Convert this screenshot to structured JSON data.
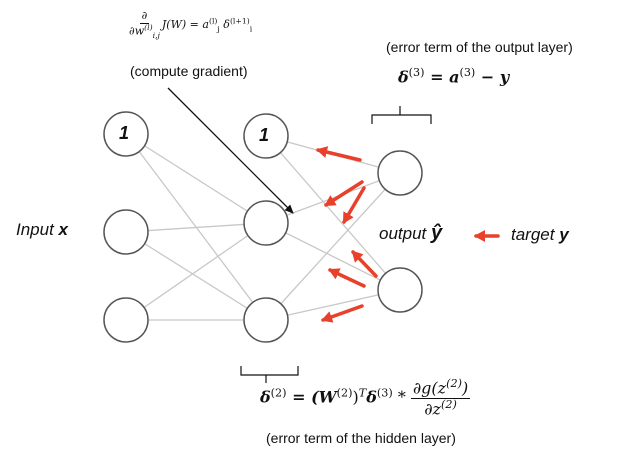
{
  "diagram": {
    "gradient_formula": {
      "num": "∂",
      "den_base": "∂w",
      "den_sup": "(l)",
      "den_sub": "i,j",
      "rhs": "J(W) = a",
      "rhs_sup1": "(l)",
      "rhs_sub1": "j",
      "rhs_delta": " δ",
      "rhs_sup2": "(l+1)",
      "rhs_sub2": "i"
    },
    "gradient_caption": "(compute gradient)",
    "output_caption": "(error term of the output layer)",
    "delta3_formula": {
      "lhs": "δ",
      "lhs_sup": "(3)",
      "mid": " = a",
      "mid_sup": "(3)",
      "rhs": " − y"
    },
    "bias_label": "1",
    "input_label": {
      "text": "Input ",
      "var": "x"
    },
    "output_label": {
      "text": "output ",
      "var": "ŷ"
    },
    "target_label": {
      "text": "target ",
      "var": "y"
    },
    "delta2_formula": {
      "lhs": "δ",
      "lhs_sup": "(2)",
      "eq": " = (W",
      "w_sup": "(2)",
      "close": ")",
      "t_sup": "T",
      "delta": "δ",
      "delta_sup": "(3)",
      "star": " * ",
      "frac_num": "∂g(z",
      "frac_num_sup": "(2)",
      "frac_num_close": ")",
      "frac_den": "∂z",
      "frac_den_sup": "(2)"
    },
    "hidden_caption": "(error term of the hidden layer)",
    "colors": {
      "arrow": "#e8402a",
      "edge": "#c8c8c8",
      "node": "#555555"
    }
  }
}
